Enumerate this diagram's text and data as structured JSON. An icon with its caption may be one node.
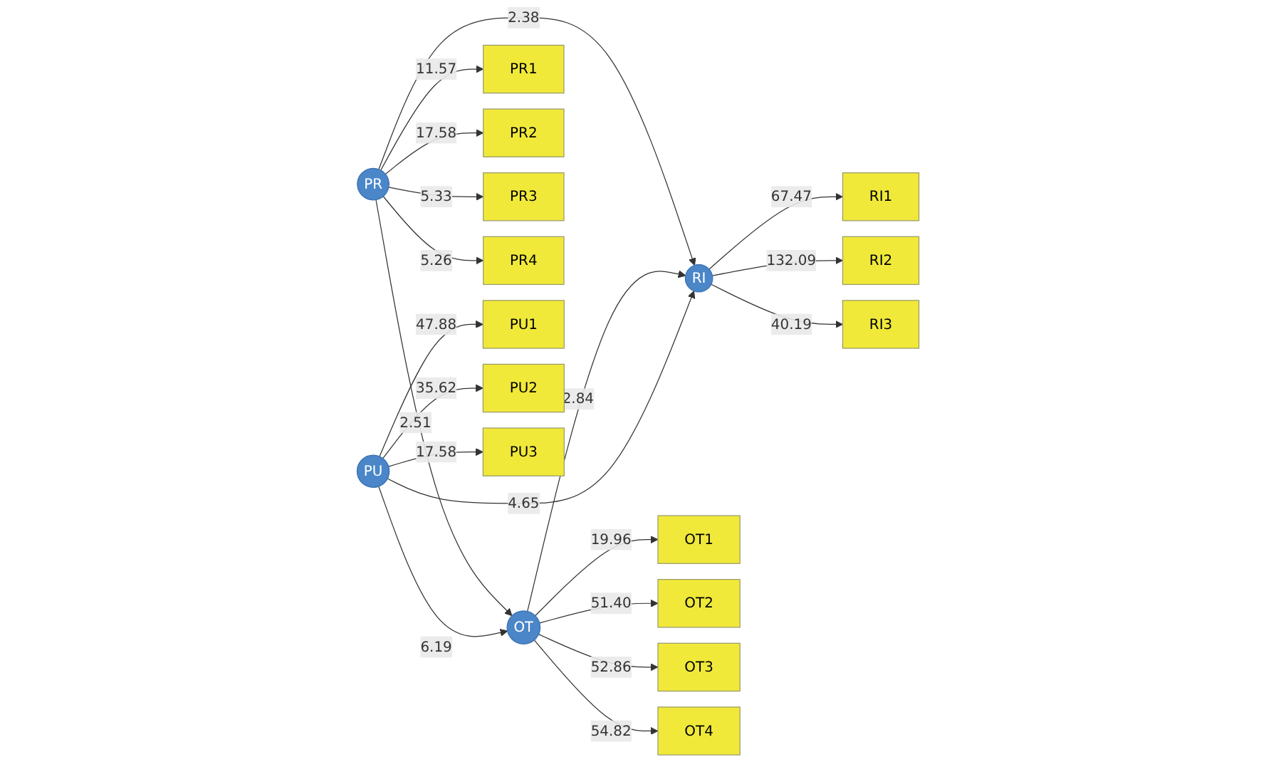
{
  "diagram": {
    "nodes": [
      {
        "text": [
          "PR"
        ]
      },
      {
        "text": [
          "PU"
        ]
      },
      {
        "text": [
          "OT"
        ]
      },
      {
        "text": [
          "RI"
        ]
      },
      {
        "text": [
          "PR1"
        ]
      },
      {
        "text": [
          "PR2"
        ]
      },
      {
        "text": [
          "PR3"
        ]
      },
      {
        "text": [
          "PR4"
        ]
      },
      {
        "text": [
          "PU1"
        ]
      },
      {
        "text": [
          "PU2"
        ]
      },
      {
        "text": [
          "PU3"
        ]
      },
      {
        "text": [
          "OT1"
        ]
      },
      {
        "text": [
          "OT2"
        ]
      },
      {
        "text": [
          "OT3"
        ]
      },
      {
        "text": [
          "OT4"
        ]
      },
      {
        "text": [
          "RI1"
        ]
      },
      {
        "text": [
          "RI2"
        ]
      },
      {
        "text": [
          "RI3"
        ]
      }
    ],
    "edges": [
      {
        "from": 0,
        "to": 4,
        "arrow": "to",
        "label": "11.57"
      },
      {
        "from": 0,
        "to": 5,
        "arrow": "to",
        "label": "17.58"
      },
      {
        "from": 0,
        "to": 6,
        "arrow": "to",
        "label": "5.33"
      },
      {
        "from": 0,
        "to": 7,
        "arrow": "to",
        "label": "5.26"
      },
      {
        "from": 1,
        "to": 8,
        "arrow": "to",
        "label": "47.88"
      },
      {
        "from": 1,
        "to": 9,
        "arrow": "to",
        "label": "35.62"
      },
      {
        "from": 1,
        "to": 10,
        "arrow": "to",
        "label": "17.58"
      },
      {
        "from": 2,
        "to": 11,
        "arrow": "to",
        "label": "19.96"
      },
      {
        "from": 2,
        "to": 12,
        "arrow": "to",
        "label": "51.40"
      },
      {
        "from": 2,
        "to": 13,
        "arrow": "to",
        "label": "52.86"
      },
      {
        "from": 2,
        "to": 14,
        "arrow": "to",
        "label": "54.82"
      },
      {
        "from": 3,
        "to": 15,
        "arrow": "to",
        "label": "67.47"
      },
      {
        "from": 3,
        "to": 16,
        "arrow": "to",
        "label": "132.09"
      },
      {
        "from": 3,
        "to": 17,
        "arrow": "to",
        "label": "40.19"
      },
      {
        "from": 0,
        "to": 2,
        "arrow": "to",
        "label": "2.51"
      },
      {
        "from": 0,
        "to": 3,
        "arrow": "to",
        "label": "2.38"
      },
      {
        "from": 2,
        "to": 3,
        "arrow": "to",
        "label": "2.84"
      },
      {
        "from": 1,
        "to": 2,
        "arrow": "to",
        "label": "6.19"
      },
      {
        "from": 1,
        "to": 3,
        "arrow": "to",
        "label": "4.65"
      }
    ]
  }
}
